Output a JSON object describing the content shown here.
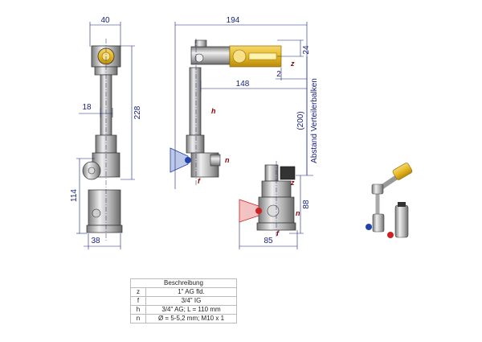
{
  "dimensions": {
    "d40": "40",
    "d18": "18",
    "d228": "228",
    "d114": "114",
    "d38": "38",
    "d194": "194",
    "d24": "24",
    "d2": "2",
    "d148": "148",
    "d200": "(200)",
    "abstand": "Abstand Verteilerbalken",
    "d88": "88",
    "d85": "85"
  },
  "callouts": {
    "z": "z",
    "f": "f",
    "h": "h",
    "n": "n"
  },
  "legend": {
    "title": "Beschreibung",
    "rows": [
      {
        "key": "z",
        "value": "1\" AG fld."
      },
      {
        "key": "f",
        "value": "3/4\" IG"
      },
      {
        "key": "h",
        "value": "3/4\" AG; L = 110 mm"
      },
      {
        "key": "n",
        "value": "Ø = 5-5,2 mm; M10 x 1"
      }
    ]
  },
  "colors": {
    "dimension": "#1a237e",
    "callout": "#8b0000",
    "brass": "#e6b820",
    "valve_red": "#cc2222",
    "valve_blue": "#2244aa"
  }
}
